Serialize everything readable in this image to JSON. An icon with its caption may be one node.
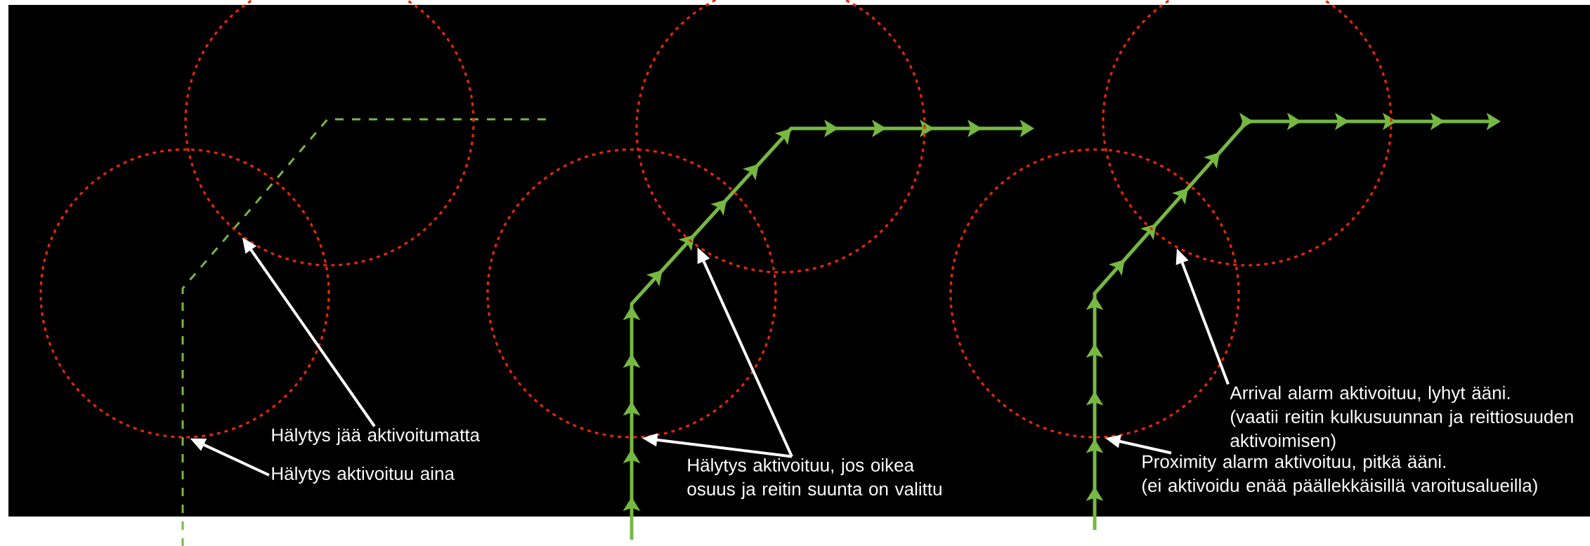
{
  "diagram": {
    "nodes": [
      {
        "text": [
          "Hälytys jää aktivoitumatta"
        ]
      },
      {
        "text": [
          "Hälytys aktivoituu aina"
        ]
      },
      {
        "text": [
          "Hälytys aktivoituu, jos oikea osuus ja reitin suunta on valittu"
        ]
      },
      {
        "text": [
          "Arrival alarm aktivoituu, lyhyt ääni.",
          "(vaatii reitin kulkusuunnan ja reittiosuuden aktivoimisen)"
        ]
      },
      {
        "text": [
          "Proximity alarm aktivoituu, pitkä ääni.",
          "(ei aktivoidu enää päällekkäisillä varoitusalueilla)"
        ]
      },
      {
        "text": [],
        "shape": "circle"
      },
      {
        "text": [],
        "shape": "circle"
      },
      {
        "text": [],
        "shape": "circle"
      },
      {
        "text": [],
        "shape": "circle"
      },
      {
        "text": [],
        "shape": "circle"
      },
      {
        "text": [],
        "shape": "circle"
      }
    ],
    "edges": [
      {
        "from": 0,
        "to": 6,
        "arrow": "to"
      },
      {
        "from": 1,
        "to": 5,
        "arrow": "to"
      },
      {
        "from": 2,
        "to": 7,
        "arrow": "to"
      },
      {
        "from": 2,
        "to": 8,
        "arrow": "to"
      },
      {
        "from": 3,
        "to": 10,
        "arrow": "to"
      },
      {
        "from": 4,
        "to": 9,
        "arrow": "to"
      }
    ]
  }
}
